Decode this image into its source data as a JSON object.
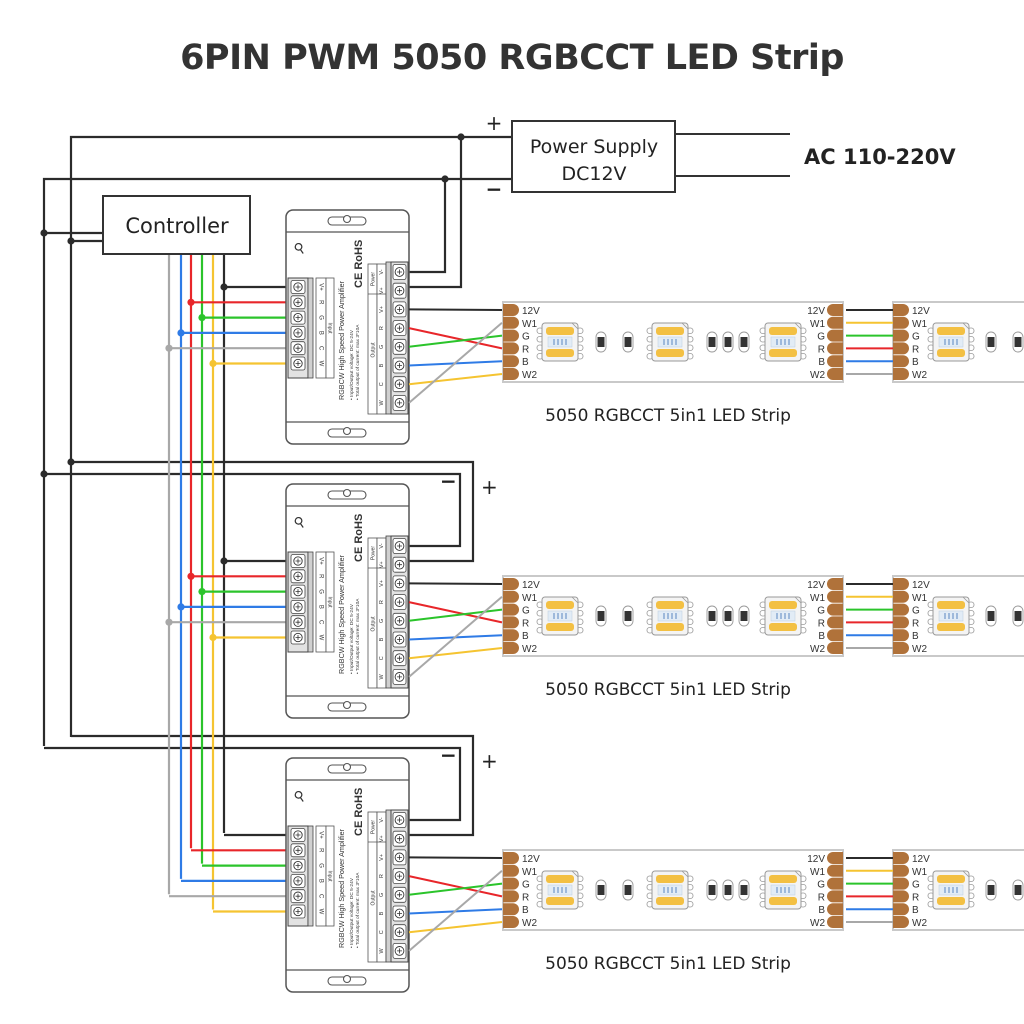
{
  "title": "6PIN PWM 5050 RGBCCT LED Strip",
  "power_supply": {
    "label_line1": "Power Supply",
    "label_line2": "DC12V",
    "plus": "+",
    "minus": "−",
    "ac_label": "AC 110-220V"
  },
  "controller": {
    "label": "Controller"
  },
  "wire_colors": {
    "black": "#2b2b2b",
    "red": "#e8262a",
    "green": "#2bc42b",
    "blue": "#2f7be6",
    "gray": "#a8a8a8",
    "yellow": "#f5c431",
    "pad": "#b0723a"
  },
  "controller_wires": [
    "gray",
    "blue",
    "red",
    "green",
    "yellow",
    "black"
  ],
  "amplifier": {
    "title": "RGBCW High Speed Power Amplifier",
    "spec1": "Input/Output voltage: DC 5-24V",
    "spec2": "Total output of current: max 3*10A",
    "ce_rohs": "CE RoHS",
    "input_heading": "Input",
    "power_heading": "Power",
    "output_heading": "Output",
    "input_pins": [
      "V+",
      "R",
      "G",
      "B",
      "C",
      "W"
    ],
    "input_wire_colors": [
      "black",
      "red",
      "green",
      "blue",
      "gray",
      "yellow"
    ],
    "power_pins": [
      "V-",
      "V+"
    ],
    "output_pins": [
      "V+",
      "R",
      "G",
      "B",
      "C",
      "W"
    ],
    "output_wire_colors": [
      "black",
      "red",
      "green",
      "blue",
      "yellow",
      "gray"
    ]
  },
  "strip": {
    "label": "5050 RGBCCT 5in1 LED Strip",
    "pins": [
      "12V",
      "W1",
      "G",
      "R",
      "B",
      "W2"
    ],
    "link_wire_colors": [
      "black",
      "yellow",
      "green",
      "red",
      "blue",
      "gray"
    ],
    "output_to_pin": [
      0,
      3,
      2,
      4,
      5,
      1
    ]
  },
  "sections": [
    {
      "name": "amplifier-1",
      "plus": "",
      "minus": ""
    },
    {
      "name": "amplifier-2",
      "plus": "+",
      "minus": "−"
    },
    {
      "name": "amplifier-3",
      "plus": "+",
      "minus": "−"
    }
  ]
}
